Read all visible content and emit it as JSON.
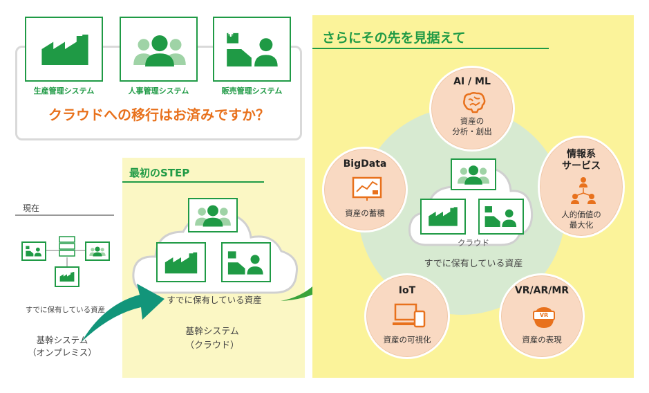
{
  "top": {
    "systems": [
      {
        "label": "生産管理システム",
        "icon": "factory-icon"
      },
      {
        "label": "人事管理システム",
        "icon": "people-icon"
      },
      {
        "label": "販売管理システム",
        "icon": "sales-icon"
      }
    ],
    "question": "クラウドへの移行はお済みですか？"
  },
  "current": {
    "heading": "現在",
    "assets_label": "すでに保有している資産",
    "system_label": "基幹システム\n（オンプレミス）"
  },
  "first_step": {
    "heading": "最初のSTEP",
    "assets_label": "すでに保有している資産",
    "system_label": "基幹システム\n（クラウド）"
  },
  "future": {
    "heading": "さらにその先を見据えて",
    "cloud_label": "クラウド",
    "assets_label": "すでに保有している資産",
    "nodes": [
      {
        "title": "AI / ML",
        "sub": "資産の\n分析・創出",
        "icon": "brain-icon"
      },
      {
        "title": "情報系\nサービス",
        "sub": "人的価値の\n最大化",
        "icon": "org-chart-icon"
      },
      {
        "title": "VR/AR/MR",
        "sub": "資産の表現",
        "icon": "vr-headset-icon",
        "badge": "VR"
      },
      {
        "title": "IoT",
        "sub": "資産の可視化",
        "icon": "devices-icon"
      },
      {
        "title": "BigData",
        "sub": "資産の蓄積",
        "icon": "chart-board-icon"
      }
    ]
  },
  "colors": {
    "green": "#1f9a45",
    "orange": "#e8711c",
    "yellow": "#fbf39a",
    "pale_yellow": "#fbf7c4",
    "teal_arrow": "#12957a"
  },
  "yen_symbol": "¥"
}
